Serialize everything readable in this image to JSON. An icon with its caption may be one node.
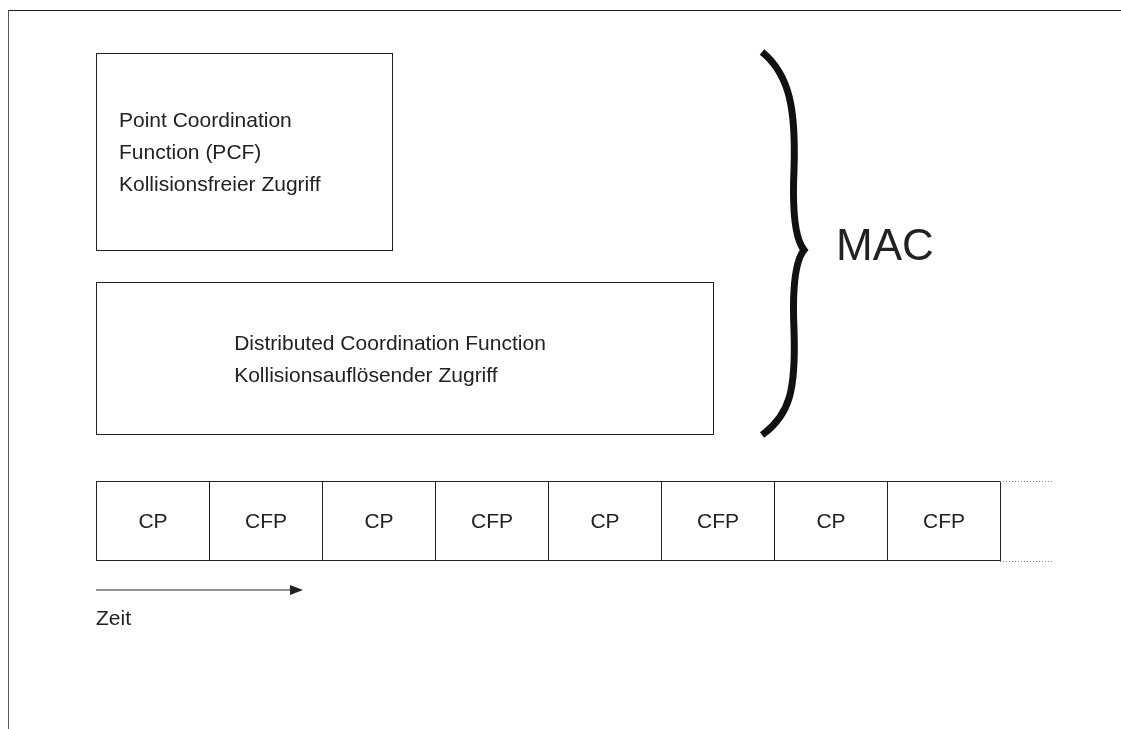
{
  "diagram": {
    "nodes": [
      {
        "text": [
          "Point Coordination Function (PCF)",
          "Kollisionsfreier Zugriff"
        ]
      },
      {
        "text": [
          "Distributed Coordination Function",
          "Kollisionsauflösender Zugriff"
        ]
      },
      {
        "text": [
          "CP"
        ]
      },
      {
        "text": [
          "CFP"
        ]
      },
      {
        "text": [
          "CP"
        ]
      },
      {
        "text": [
          "CFP"
        ]
      },
      {
        "text": [
          "CP"
        ]
      },
      {
        "text": [
          "CFP"
        ]
      },
      {
        "text": [
          "CP"
        ]
      },
      {
        "text": [
          "CFP"
        ]
      }
    ],
    "labels": [
      "MAC",
      "Zeit"
    ]
  }
}
